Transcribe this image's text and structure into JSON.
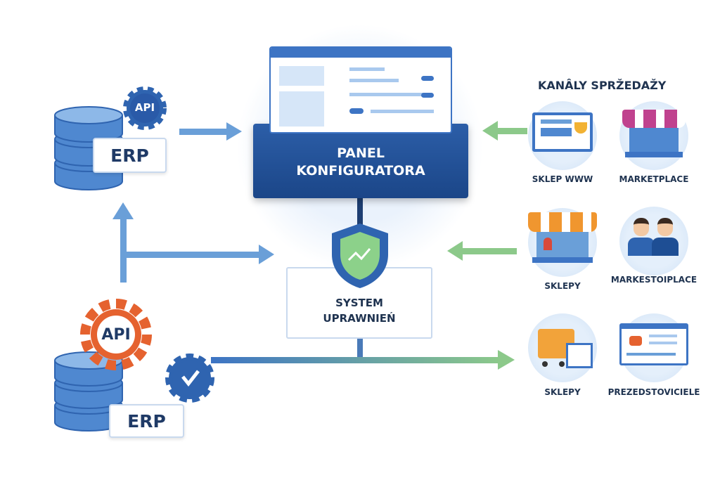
{
  "center": {
    "panel_line1": "PANEL",
    "panel_line2": "KONFIGURATORA",
    "permissions_line1": "SYSTEM",
    "permissions_line2": "UPRAWNIEŃ"
  },
  "left": {
    "top": {
      "api_label": "API",
      "erp_label": "ERP"
    },
    "bottom": {
      "api_label": "API",
      "erp_label": "ERP"
    }
  },
  "channels": {
    "title": "KANÂLY SPRŽEDAŽY",
    "items": [
      {
        "label": "SKLEP WWW",
        "icon": "web-shop-icon"
      },
      {
        "label": "MARKETPLACE",
        "icon": "marketplace-stall-icon"
      },
      {
        "label": "SKLEPY",
        "icon": "store-icon"
      },
      {
        "label": "MARKESTOIPLACE",
        "icon": "sales-reps-icon"
      },
      {
        "label": "SKLEPY",
        "icon": "shopping-cart-icon"
      },
      {
        "label": "PREZEDSTOVICIELE",
        "icon": "browser-window-icon"
      }
    ]
  },
  "colors": {
    "primary": "#2f64b0",
    "dark_panel": "#1e4e94",
    "green_arrow": "#8cc98a",
    "blue_arrow": "#6a9fd8",
    "orange_gear": "#e5622f"
  }
}
